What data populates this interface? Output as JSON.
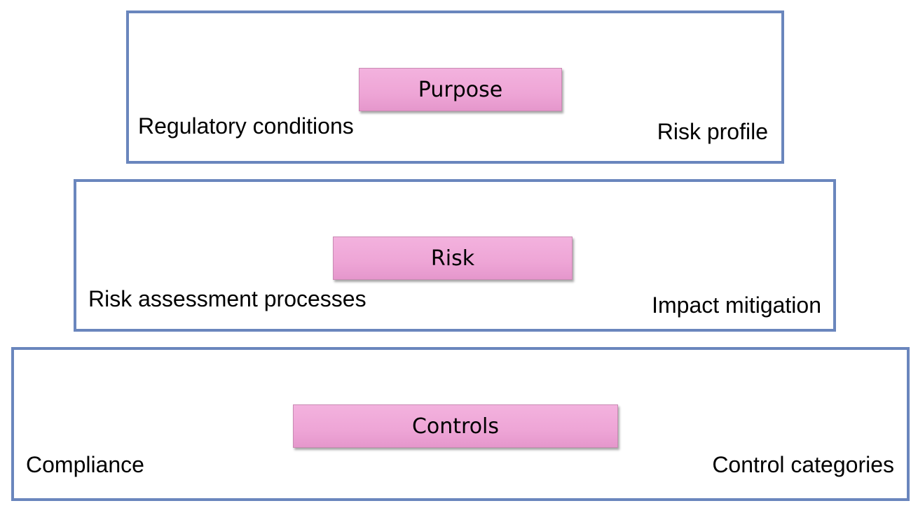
{
  "tiers": [
    {
      "title": "Purpose",
      "left_text": "Regulatory conditions",
      "right_text": "Risk profile"
    },
    {
      "title": "Risk",
      "left_text": "Risk assessment processes",
      "right_text": "Impact mitigation"
    },
    {
      "title": "Controls",
      "left_text": "Compliance",
      "right_text": "Control categories"
    }
  ],
  "colors": {
    "frame_border": "#6a86bd",
    "label_fill": "#eea5d6",
    "text": "#000000"
  }
}
